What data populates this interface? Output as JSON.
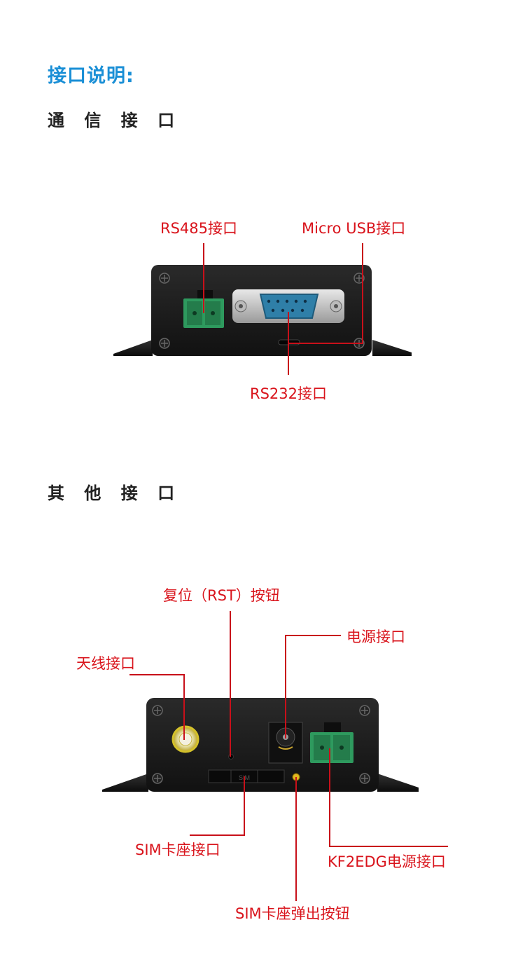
{
  "heading": "接口说明:",
  "sections": [
    {
      "title": "通 信 接 口"
    },
    {
      "title": "其 他 接 口"
    }
  ],
  "labels": {
    "rs485": "RS485接口",
    "micro_usb": "Micro USB接口",
    "rs232": "RS232接口",
    "reset": "复位（RST）按钮",
    "power": "电源接口",
    "antenna": "天线接口",
    "sim_slot": "SIM卡座接口",
    "kf2edg_power": "KF2EDG电源接口",
    "sim_eject": "SIM卡座弹出按钮"
  },
  "device_text": {
    "sim_mark": "SIM"
  },
  "colors": {
    "heading": "#1a8fd6",
    "callout": "#d9141c",
    "device_body": "#1b1b1b",
    "terminal": "#2e9a5e",
    "db9": "#2f7fa8"
  }
}
